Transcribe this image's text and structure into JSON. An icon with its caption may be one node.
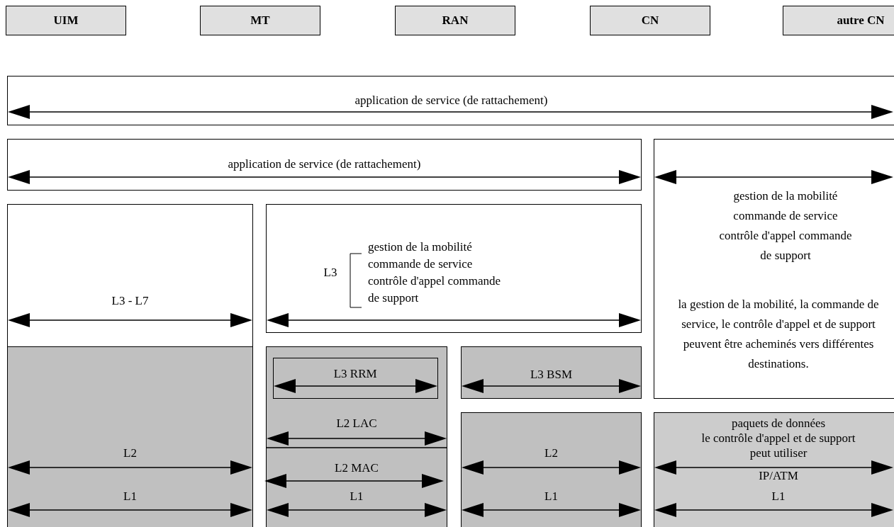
{
  "diagram": {
    "nodes": [
      {
        "text": [
          "UIM"
        ]
      },
      {
        "text": [
          "MT"
        ]
      },
      {
        "text": [
          "RAN"
        ]
      },
      {
        "text": [
          "CN"
        ]
      },
      {
        "text": [
          "autre CN"
        ]
      },
      {
        "text": [
          "application de service (de rattachement)"
        ]
      },
      {
        "text": [
          "application de service (de rattachement)"
        ]
      },
      {
        "text": [
          "gestion de la mobilité commande de service contrôle d'appel commande de support",
          "la gestion de la mobilité, la commande de service, le contrôle d'appel et de support peuvent être acheminés vers différentes destinations."
        ]
      },
      {
        "text": [
          "L3 - L7"
        ]
      },
      {
        "text": [
          "L2",
          "L1"
        ]
      },
      {
        "text": [
          "L3",
          "gestion de la mobilité commande de service contrôle d'appel commande de support"
        ]
      },
      {
        "text": [
          "L2 LAC",
          "L2 MAC",
          "L1"
        ]
      },
      {
        "text": [
          "L3 RRM"
        ],
        "in": 11
      },
      {
        "text": [
          "L3 BSM"
        ]
      },
      {
        "text": [
          "L2",
          "L1"
        ]
      },
      {
        "text": [
          "paquets de données",
          "le contrôle d'appel et de support peut utiliser",
          "IP/ATM",
          "L1"
        ]
      }
    ],
    "edges": []
  }
}
